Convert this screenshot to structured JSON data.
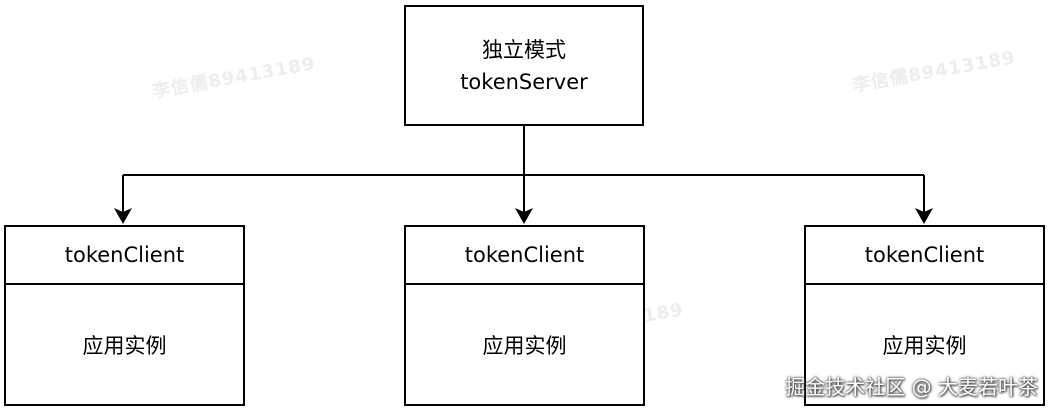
{
  "watermarks": {
    "wm1": "李信儒89413189",
    "wm2": "李信儒89413189",
    "wm3": "89413189"
  },
  "server": {
    "line1": "独立模式",
    "line2": "tokenServer"
  },
  "clients": [
    {
      "header": "tokenClient",
      "body": "应用实例"
    },
    {
      "header": "tokenClient",
      "body": "应用实例"
    },
    {
      "header": "tokenClient",
      "body": "应用实例"
    }
  ],
  "footer": {
    "attribution": "掘金技术社区 @ 大麦若叶茶"
  },
  "colors": {
    "stroke": "#000000",
    "background": "#ffffff",
    "watermark": "#ededed"
  }
}
